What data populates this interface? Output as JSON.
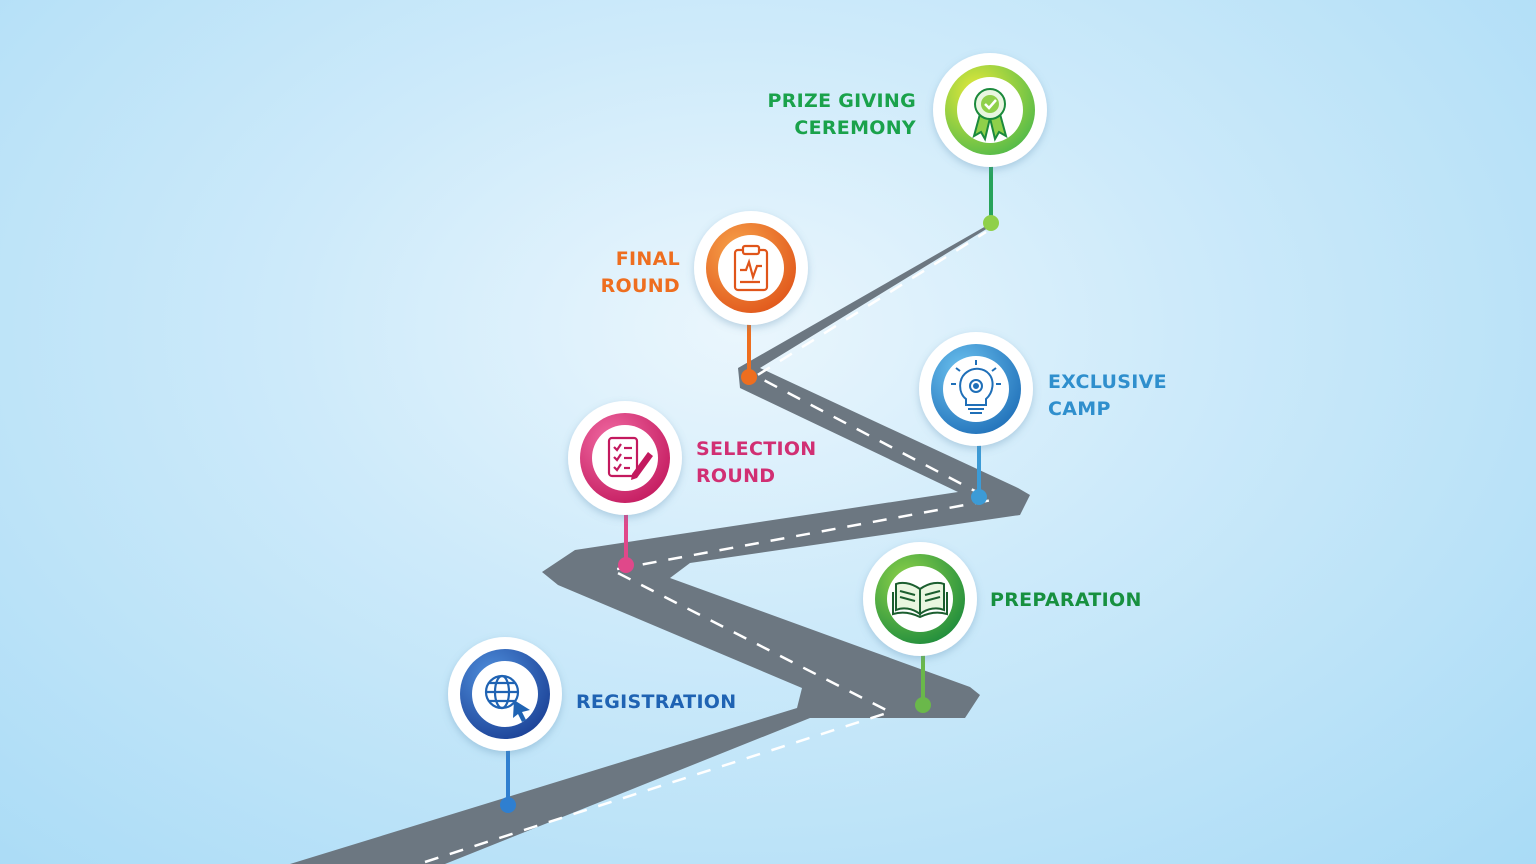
{
  "milestones": [
    {
      "id": "registration",
      "label": "REGISTRATION",
      "icon": "globe-cursor-icon",
      "color": "#1f63b3"
    },
    {
      "id": "preparation",
      "label": "PREPARATION",
      "icon": "open-book-icon",
      "color": "#17903f"
    },
    {
      "id": "selection-round",
      "label": "SELECTION\nROUND",
      "icon": "checklist-pencil-icon",
      "color": "#d12f73"
    },
    {
      "id": "exclusive-camp",
      "label": "EXCLUSIVE\nCAMP",
      "icon": "lightbulb-gear-icon",
      "color": "#2f8fcd"
    },
    {
      "id": "final-round",
      "label": "FINAL\nROUND",
      "icon": "clipboard-pulse-icon",
      "color": "#ee6e1f"
    },
    {
      "id": "prize-giving-ceremony",
      "label": "PRIZE GIVING\nCEREMONY",
      "icon": "award-ribbon-icon",
      "color": "#1aa24b"
    }
  ],
  "colors": {
    "road": "#6c7781",
    "road_marking": "#ffffff",
    "background": "#c8e8f8"
  }
}
